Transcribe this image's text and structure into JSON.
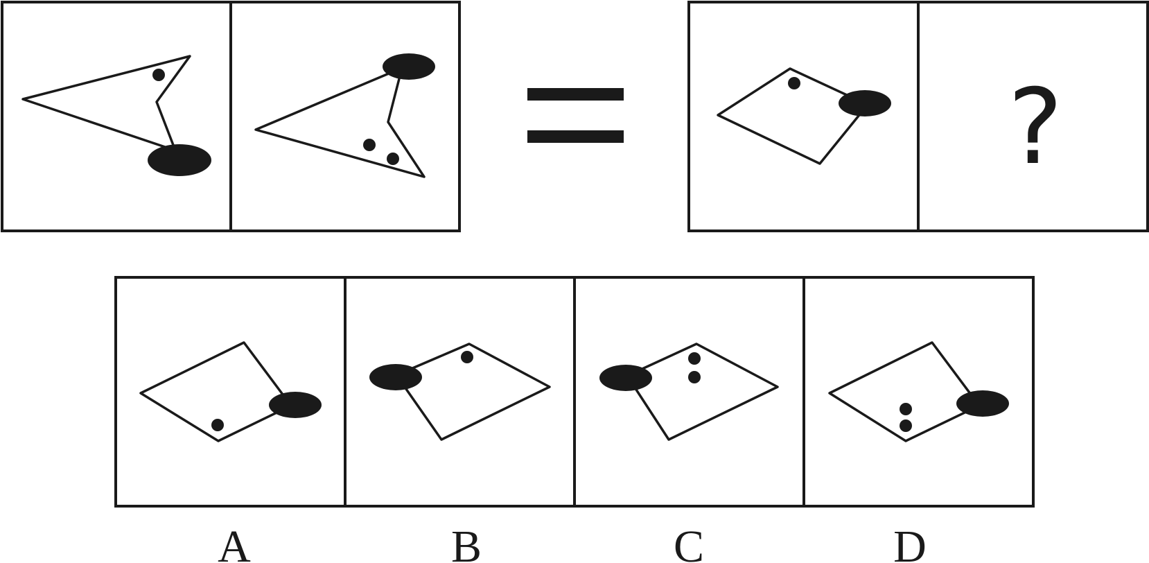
{
  "question_mark": "?",
  "options": [
    {
      "label": "A"
    },
    {
      "label": "B"
    },
    {
      "label": "C"
    },
    {
      "label": "D"
    }
  ],
  "colors": {
    "ink": "#1a1a1a",
    "background": "#ffffff"
  }
}
